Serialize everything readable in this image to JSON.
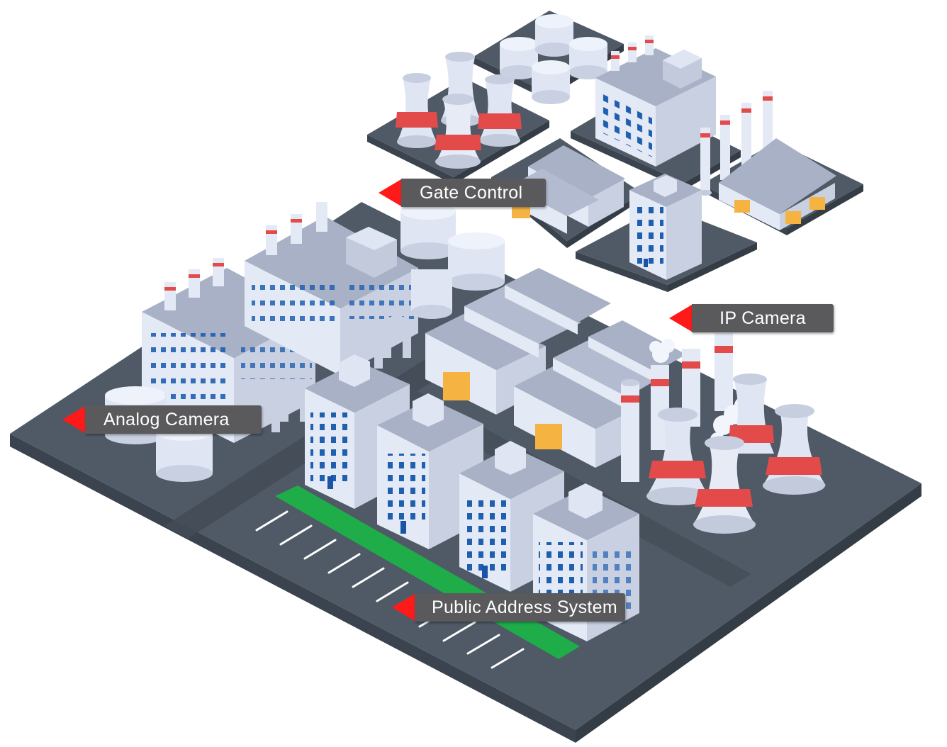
{
  "callouts": {
    "gate_control": "Gate Control",
    "ip_camera": "IP Camera",
    "analog_camera": "Analog Camera",
    "public_address": "Public Address System"
  },
  "colors": {
    "ground_top": "#4f5a66",
    "ground_side": "#3b444e",
    "building_light": "#e3e9f5",
    "building_shade": "#c2cadb",
    "roof": "#a9b1c6",
    "window": "#1f5fb0",
    "door": "#1b54a6",
    "accent_red": "#e34a4a",
    "garage_yellow": "#f5b342",
    "parking_green": "#1fad4a",
    "marker_red": "#ff1a1a",
    "label_bg": "#5a5a5c"
  },
  "icons": {
    "marker": "triangle-pointer-icon"
  }
}
